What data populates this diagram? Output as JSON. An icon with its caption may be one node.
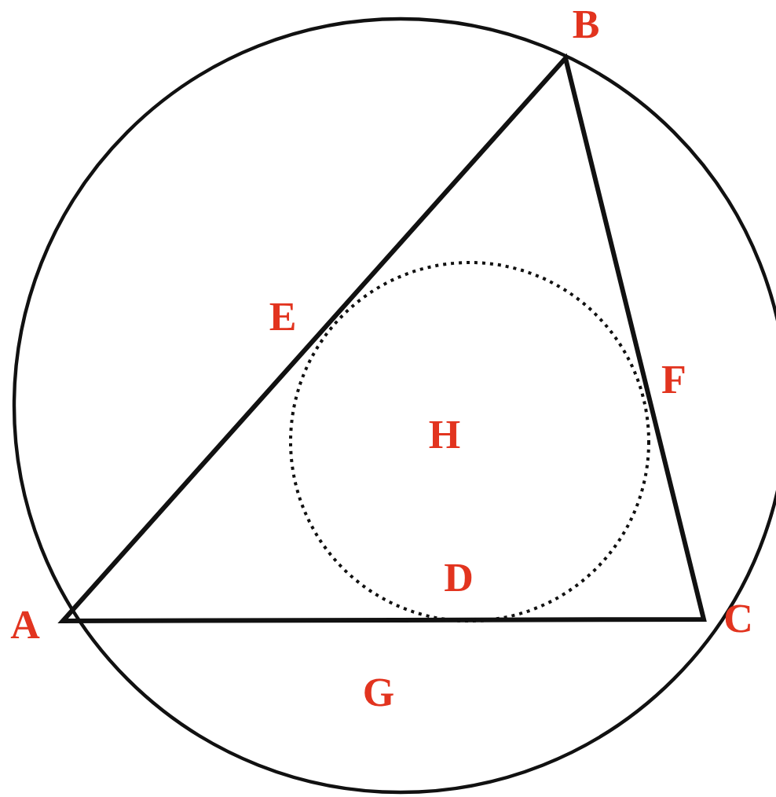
{
  "diagram": {
    "labels": [
      "B",
      "E",
      "F",
      "H",
      "D",
      "A",
      "C",
      "G"
    ]
  }
}
